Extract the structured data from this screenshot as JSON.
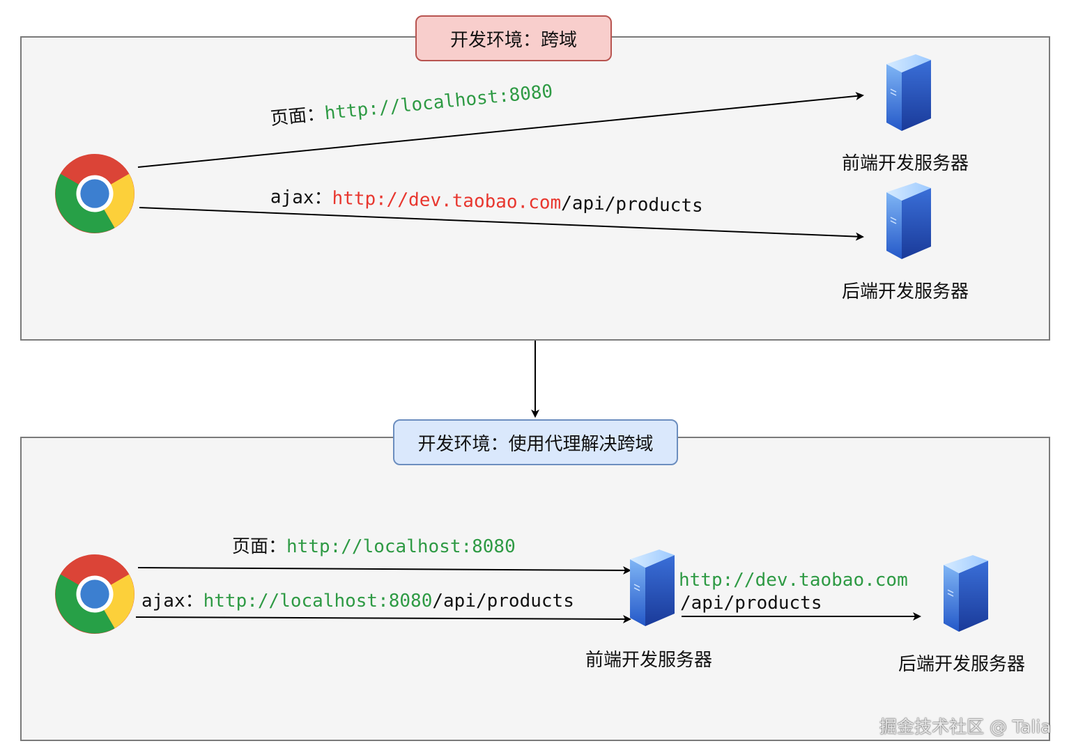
{
  "top": {
    "title": "开发环境：跨域",
    "page_label": "页面：",
    "page_url": "http://localhost:8080",
    "ajax_label": "ajax：",
    "ajax_url_host": "http://dev.taobao.com",
    "ajax_url_path": "/api/products",
    "frontend_server": "前端开发服务器",
    "backend_server": "后端开发服务器"
  },
  "bottom": {
    "title": "开发环境：使用代理解决跨域",
    "page_label": "页面：",
    "page_url": "http://localhost:8080",
    "ajax_label": "ajax：",
    "ajax_url_host": "http://localhost:8080",
    "ajax_url_path": "/api/products",
    "proxy_url_host": "http://dev.taobao.com",
    "proxy_url_path": "/api/products",
    "frontend_server": "前端开发服务器",
    "backend_server": "后端开发服务器"
  },
  "watermark": "掘金技术社区 @ Talia",
  "icons": {
    "browser": "chrome-icon",
    "server": "server-icon"
  },
  "colors": {
    "url_green": "#2e9a44",
    "url_red": "#e8372f",
    "title_top_fill": "#f8cecc",
    "title_bottom_fill": "#dae8fc"
  }
}
